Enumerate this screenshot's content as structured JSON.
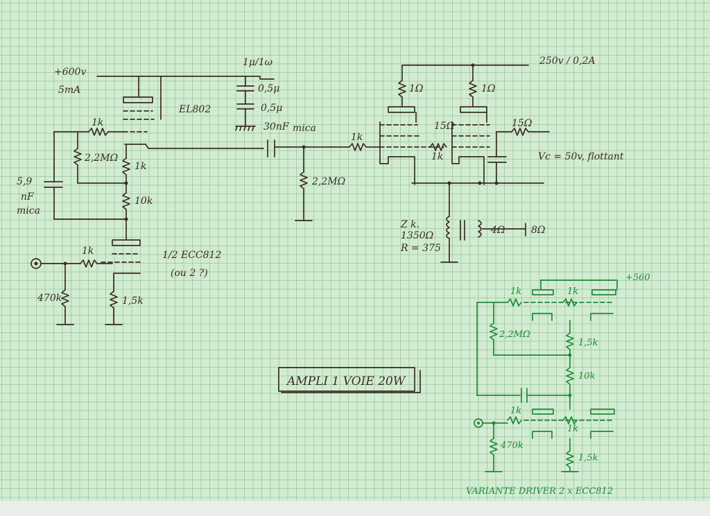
{
  "diagram": {
    "title": "AMPLI 1 VOIE 20W",
    "supplies": {
      "hv": "+600v",
      "hv_current": "5mA",
      "screen": "250v / 0,2A",
      "variant_hv": "+560"
    },
    "output_tube": {
      "name": "EL802",
      "grid_stopper": "1k",
      "grid_leak": "2,2MΩ",
      "cathode_r": "1k",
      "tail_r": "10k",
      "decoupling": "0,5μ",
      "decoupling2": "0,5μ",
      "feedback_cap_value": "5,9",
      "feedback_cap_unit": "nF",
      "feedback_cap_type": "mica",
      "rating": "1μ/1ω"
    },
    "coupling": {
      "cap": "30nF",
      "cap_type": "mica",
      "grid_leak": "2,2MΩ"
    },
    "driver": {
      "name": "1/2 ECC812",
      "alternative": "(ou 2 ?)",
      "input_stopper": "1k",
      "input_leak": "470k",
      "cathode_r": "1,5k"
    },
    "output_stage": {
      "grid_r": "1k",
      "anode_r1": "1Ω",
      "anode_r2": "1Ω",
      "mid_r": "15Ω",
      "cathode_r": "1k",
      "screen_r": "15Ω",
      "bias_note": "Vc = 50v, flottant"
    },
    "transformer": {
      "z_label": "Z k.",
      "primary": "1350Ω",
      "ratio": "R = 375",
      "secondary1": "4Ω",
      "secondary2": "8Ω"
    },
    "variant": {
      "caption": "VARIANTE DRIVER 2 x ECC812",
      "r_top1": "1k",
      "r_top2": "1k",
      "grid_leak": "2,2MΩ",
      "cathode_r": "1,5k",
      "tail_r": "10k",
      "input_r": "1k",
      "input_r2": "1k",
      "input_leak": "470k",
      "cathode_r2": "1,5k"
    }
  }
}
